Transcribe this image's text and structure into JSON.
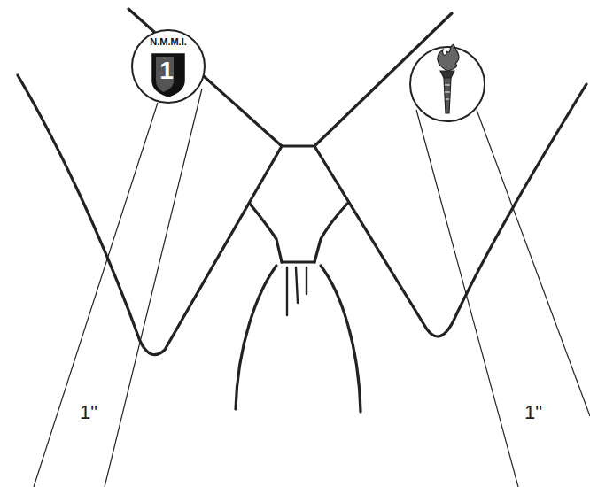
{
  "diagram": {
    "nodes": [
      {
        "text": [
          "N.M.M.I.",
          "1"
        ]
      }
    ],
    "labels": [
      "1\"",
      "1\""
    ]
  }
}
